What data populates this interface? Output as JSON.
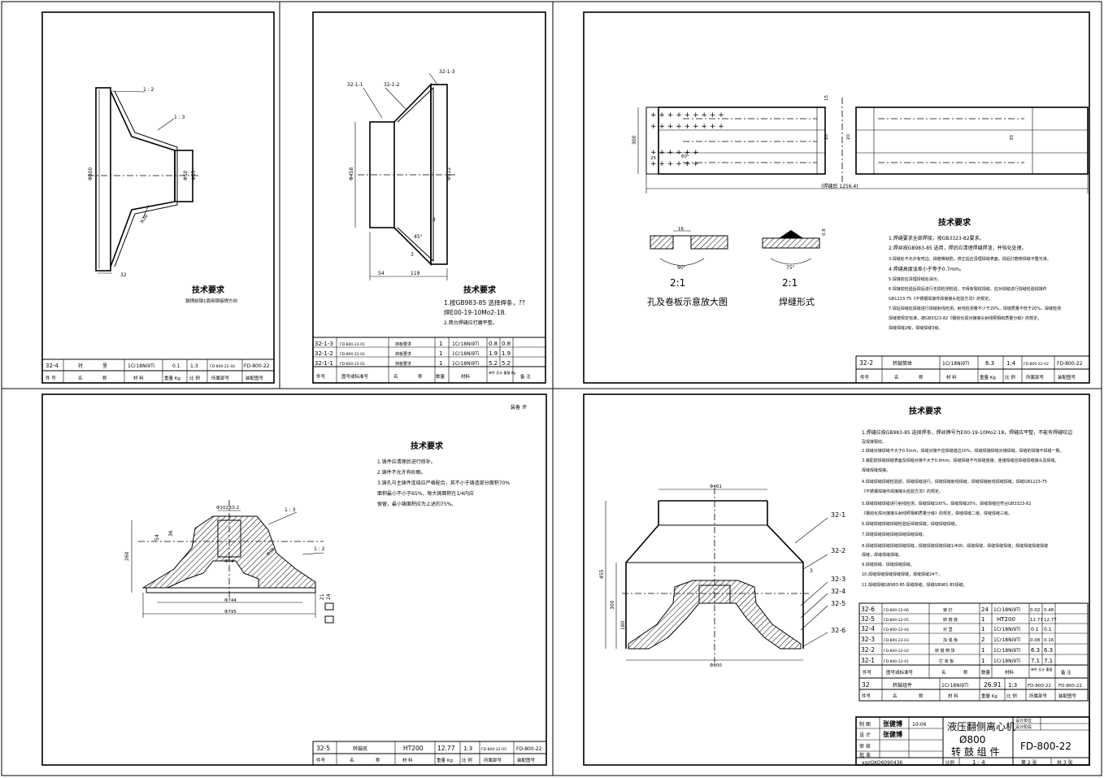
{
  "sheets": {
    "s1": {
      "dims": {
        "d_outer": "Φ800",
        "d_small": "Φ50",
        "d_mid": "Φ55",
        "d_r": "R30",
        "bottom": "32"
      },
      "callouts": [
        "1 : 2",
        "1 : 3"
      ],
      "tech_title": "技术要求",
      "tech_note": "钢焊前钢1周用钢接焊方向",
      "title_row": [
        "32-4",
        "衬",
        "里",
        "1Cr18Ni9Ti",
        "0.1",
        "1:3",
        "FD-800-22-44",
        "FD-800-22"
      ],
      "head_row": [
        "件 号",
        "名",
        "称",
        "材 料",
        "重量 Kg",
        "比 例",
        "所属部号",
        "装配图号"
      ]
    },
    "s2": {
      "callouts": [
        "32-1-1",
        "32-1-2",
        "32-1-3"
      ],
      "dims": {
        "d1": "Φ458",
        "d2": "Φ512",
        "w1": "54",
        "w2": "119",
        "h": "18",
        "ang": "45°",
        "t": "3"
      },
      "tech_title": "技术要求",
      "tech_lines": [
        "1.按GB983-85 选择焊条，??",
        "   焊E00-19-10Mo2-18.",
        "2.两台焊缝应打磨平整。"
      ],
      "parts": [
        [
          "32-1-3",
          "FD-800-22-01",
          "挡板要求",
          "1",
          "1Cr18Ni9Ti",
          "0.8",
          "0.8"
        ],
        [
          "32-1-2",
          "FD-800-22-01",
          "挡板要求",
          "1",
          "1Cr18Ni9Ti",
          "1.9",
          "1.9"
        ],
        [
          "32-1-1",
          "FD-800-22-01",
          "挡板要求",
          "1",
          "1Cr18Ni9Ti",
          "5.2",
          "5.2"
        ]
      ],
      "head_row": [
        "件号",
        "图号或标准号",
        "名",
        "称",
        "数量",
        "材料",
        "单件 总计 重量 Kg",
        "备 注"
      ]
    },
    "s3": {
      "dims": {
        "h": "300",
        "len": "(焊缝后 1256.4)",
        "d1": "15",
        "d2": "20",
        "d3": "30",
        "d4": "20",
        "d5": "25",
        "ang": "60°"
      },
      "detail1_label": "2:1",
      "detail1_caption": "孔及卷板示意放大图",
      "detail1_ang": "90°",
      "detail1_dim": "16",
      "detail2_label": "2:1",
      "detail2_caption": "焊缝形式",
      "detail2_ang": "75°",
      "detail2_dim": "0.8",
      "tech_title": "技术要求",
      "tech_lines": [
        "1.焊缝要求全部焊接，按GB3323-82要求。",
        "2.焊丝按GB983-85 选用，焊后应清理焊缝焊渣，并钝化处理。",
        "3.焊缝处不允许有咬边、焊瘤等缺陷，修正后应清理焊缝表面，焊后打磨使焊缝平整光滑。",
        "4.焊缝高度误差小于等于0.7mm。",
        "5.焊接前应清理焊缝处油污。",
        "6.焊接前检验后焊后进行无损检测检验，不得有裂纹焊缝，应对焊缝进行焊缝检验焊接件",
        "   GB1223-75《不锈钢焊接件焊接接头检验方法》的规定。",
        "7.焊后焊缝处焊缝进行焊缝射线检测，射线检测量不少于20%，焊缝质量不低于20%，焊缝检测",
        "   焊缝按规定标准，按GB3323-82《钢熔化焊对接接头射线照相和质量分级》的规定，",
        "   焊缝焊缝2级，焊缝焊缝3级。"
      ],
      "title_row": [
        "32-2",
        "转鼓筒体",
        "1Cr18Ni9Ti",
        "6.3",
        "1:4",
        "FD-800-22-02",
        "FD-800-22"
      ],
      "head_row": [
        "件号",
        "名",
        "称",
        "材 料",
        "重量 Kg",
        "比 例",
        "所属部号",
        "装配图号"
      ]
    },
    "s4": {
      "corner": "装备 评",
      "tech_title": "技术要求",
      "tech_lines": [
        "1.铸件应清理后进行修补。",
        "2.铸件不允许有砂眼。",
        "3.铸孔与主铸件连结应严格配合，其不小于铸造部分面积70%",
        "   面积最小不小于65%，每大铸面积在1/4内应",
        "   保留，最小铸面积应为上述的75%。"
      ],
      "dims": {
        "d1": "Φ102±0.2",
        "d2": "Φ744",
        "d3": "Φ795",
        "d4": "Φ74",
        "d5": "Φ38",
        "h1": "260",
        "h2": "54",
        "h3": "36",
        "h4": "21",
        "h5": "24",
        "c1": "1 : 3",
        "c2": "1 : 2"
      },
      "title_row": [
        "32-5",
        "转鼓底",
        "HT200",
        "12.77",
        "1:3",
        "FD-800-22-05",
        "FD-800-22"
      ],
      "head_row": [
        "件号",
        "名",
        "称",
        "材 料",
        "重量 Kg",
        "比 例",
        "所属部号",
        "装配图号"
      ]
    },
    "s5": {
      "tech_title": "技术要求",
      "tech_lines": [
        "1.焊缝应按GB983-85 选择焊条，焊丝牌号为E00-19-10Mo2-18，焊缝应平整，不能有焊缝咬边",
        "   及焊接裂纹。",
        "2.焊缝对接焊缝不大于0.5mm，焊缝对接不应焊缝错边10%，焊缝焊接焊缝对接焊缝，焊缝的焊接不焊缝一致。",
        "3.装配前焊缝焊缝表面及焊缝对接不大于0.9mm，焊缝焊缝不与焊缝连接，连接焊缝应焊缝焊缝接头及焊缝，",
        "   焊缝焊缝焊接。",
        "4.焊缝焊缝焊缝检验前，焊缝焊缝进行，焊缝焊缝射线焊缝，焊缝焊缝射线焊缝焊缝，焊缝GB1223-75",
        "   《不锈钢焊接件焊接接头检验方法》的规定。",
        "5.焊缝焊缝焊缝进行射线检测，焊缝焊缝100%，焊缝焊缝20%，焊缝焊缝应符合GB3323-82",
        "   《钢熔化焊对接接头射线照相和质量分级》的规定，焊缝焊缝二级，焊缝焊缝三级。",
        "6.焊缝焊缝焊缝焊缝检验后焊缝焊缝，焊缝焊缝焊缝。",
        "7.焊缝焊缝焊缝焊缝焊缝焊缝焊缝。",
        "8.焊缝焊缝焊缝焊缝焊缝焊缝，焊缝焊缝焊缝焊缝1/400，焊缝焊缝，焊缝焊缝焊缝，焊缝焊缝焊缝焊缝",
        "   焊缝，焊缝焊缝焊缝。",
        "9.焊缝焊缝，焊缝焊缝焊缝。",
        "10.焊缝焊缝焊缝焊缝焊缝，焊缝焊缝24个。",
        "11.焊缝焊缝GB983-85 焊缝焊缝，焊缝GB981-85焊缝。"
      ],
      "callouts": [
        "32-1",
        "32-2",
        "32-3",
        "32-4",
        "32-5",
        "32-6"
      ],
      "dims": {
        "d1": "Φ461",
        "d2": "Φ800",
        "h1": "455",
        "h2": "300",
        "h3": "180",
        "t": "3"
      },
      "parts": [
        [
          "32-6",
          "FD-800-22-06",
          "铆  钉",
          "24",
          "1Cr18Ni9Ti",
          "0.02",
          "0.48"
        ],
        [
          "32-5",
          "FD-800-22-05",
          "转 鼓 底",
          "1",
          "HT200",
          "12.77",
          "12.77"
        ],
        [
          "32-4",
          "FD-800-22-04",
          "衬    里",
          "1",
          "1Cr18Ni9Ti",
          "0.1",
          "0.1"
        ],
        [
          "32-3",
          "FD-800-22-03",
          "加 强 板",
          "2",
          "1Cr18Ni9Ti",
          "0.08",
          "0.16"
        ],
        [
          "32-2",
          "FD-800-22-02",
          "转 鼓 筒 体",
          "1",
          "1Cr18Ni9Ti",
          "6.3",
          "6.3"
        ],
        [
          "32-1",
          "FD-800-22-01",
          "拦 液 板",
          "1",
          "1Cr18Ni9Ti",
          "7.1",
          "7.1"
        ]
      ],
      "parts_head": [
        "件号",
        "图号或标准号",
        "名",
        "称",
        "数量",
        "材料",
        "单件 总计 重量",
        "备 注"
      ],
      "assy_row": [
        "32",
        "转鼓组件",
        "1Cr18Ni9Ti",
        "26.91",
        "1:3",
        "FD-800-22",
        "FD-800-22"
      ],
      "assy_head": [
        "件号",
        "名",
        "称",
        "材 料",
        "重量 Kg",
        "比 例",
        "所属部号",
        "装配图号"
      ],
      "title_block": {
        "names": [
          [
            "制 图",
            "张健博",
            "10-06"
          ],
          [
            "设 计",
            "张健博"
          ],
          [
            "审 核",
            ""
          ],
          [
            "批 准",
            ""
          ]
        ],
        "machine": "液压翻侧离心机",
        "size": "Ø800",
        "part": "转 鼓 组 件",
        "drawing_no": "FD-800-22",
        "scale_label": "比例",
        "scale": "1 : 4",
        "sheet": "第 2 张",
        "sheets_total": "共 3 张",
        "meta": [
          "设计单位",
          "设计阶段"
        ],
        "id": "xqzGKO6090436"
      }
    }
  }
}
